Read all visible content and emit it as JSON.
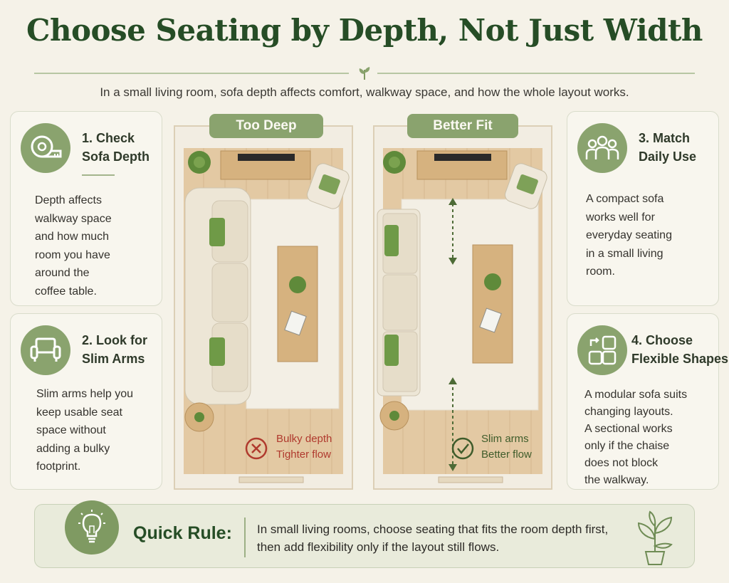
{
  "header": {
    "title": "Choose Seating by Depth, Not Just Width",
    "subtitle": "In a small living room, sofa depth affects comfort, walkway space, and how the whole layout works."
  },
  "cards": {
    "check_depth": {
      "heading_line1": "1. Check",
      "heading_line2": "Sofa Depth",
      "icon": "tape-measure-icon",
      "body": [
        "Depth affects",
        "walkway space",
        "and how much",
        "room you have",
        "around the",
        "coffee table."
      ]
    },
    "slim_arms": {
      "heading_line1": "2. Look for",
      "heading_line2": "Slim Arms",
      "icon": "armchair-icon",
      "body": [
        "Slim arms help you",
        "keep usable seat",
        "space without",
        "adding a bulky",
        "footprint."
      ]
    },
    "daily_use": {
      "heading_line1": "3. Match",
      "heading_line2": "Daily Use",
      "icon": "people-icon",
      "body": [
        "A compact sofa",
        "works well for",
        "everyday seating",
        "in a small living",
        "room."
      ]
    },
    "flexible_shapes": {
      "heading_line1": "4. Choose",
      "heading_line2": "Flexible Shapes",
      "icon": "modular-blocks-icon",
      "body": [
        "A modular sofa suits",
        "changing layouts.",
        "A sectional works",
        "only if the chaise",
        "does not block",
        "the walkway."
      ]
    }
  },
  "plans": {
    "too_deep": {
      "label": "Too Deep",
      "verdict_line1": "Bulky depth",
      "verdict_line2": "Tighter flow"
    },
    "better_fit": {
      "label": "Better Fit",
      "verdict_line1": "Slim arms",
      "verdict_line2": "Better flow"
    }
  },
  "quick_rule": {
    "label": "Quick Rule:",
    "line1": "In small living rooms, choose seating that fits the room depth first,",
    "line2": "then add flexibility only if the layout still flows."
  },
  "colors": {
    "accent_green": "#8aa36e",
    "title_green": "#264d26",
    "bad_red": "#b03a2e",
    "background": "#f5f2e8"
  }
}
